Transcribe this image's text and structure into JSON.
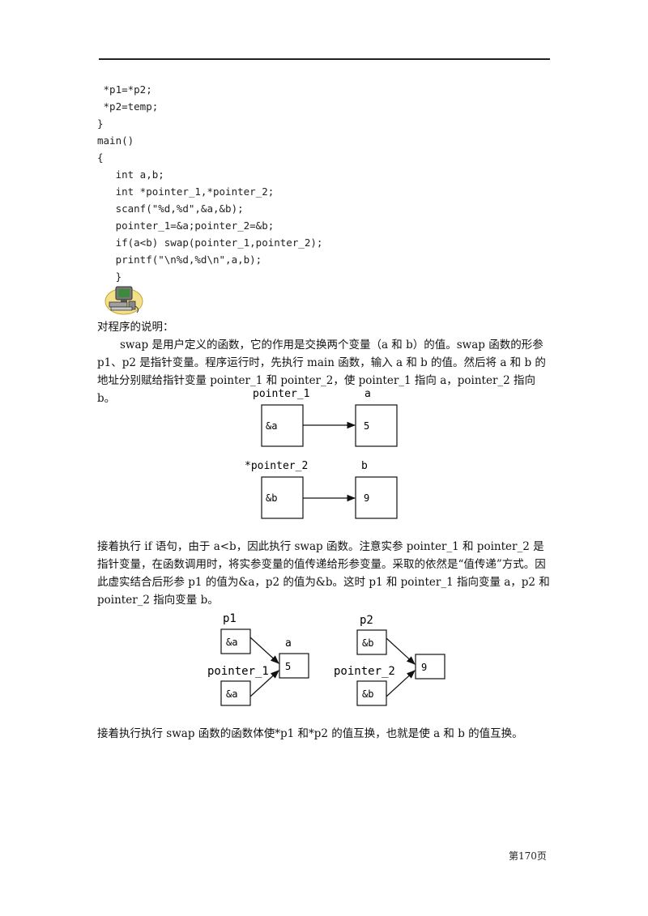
{
  "code_lines": [
    " *p1=*p2;",
    " *p2=temp;",
    "}",
    "main()",
    "{",
    "   int a,b;",
    "   int *pointer_1,*pointer_2;",
    "   scanf(\"%d,%d\",&a,&b);",
    "   pointer_1=&a;pointer_2=&b;",
    "   if(a<b) swap(pointer_1,pointer_2);",
    "   printf(\"\\n%d,%d\\n\",a,b);",
    "   }"
  ],
  "icon": "computer-icon",
  "section_heading": "对程序的说明：",
  "paragraph1": "swap 是用户定义的函数，它的作用是交换两个变量（a 和 b）的值。swap 函数的形参 p1、p2 是指针变量。程序运行时，先执行 main 函数，输入 a 和 b 的值。然后将 a 和 b 的地址分别赋给指针变量 pointer_1 和 pointer_2，使 pointer_1 指向 a，pointer_2 指向 b。",
  "diagram1": {
    "ptr1_label": "pointer_1",
    "ptr1_value": "&a",
    "var1_label": "a",
    "var1_value": "5",
    "ptr2_label": "*pointer_2",
    "ptr2_value": "&b",
    "var2_label": "b",
    "var2_value": "9"
  },
  "paragraph2": "接着执行 if 语句，由于 a<b，因此执行 swap 函数。注意实参 pointer_1 和 pointer_2 是指针变量，在函数调用时，将实参变量的值传递给形参变量。采取的依然是“值传递”方式。因此虚实结合后形参 p1 的值为&a，p2 的值为&b。这时 p1 和 pointer_1 指向变量 a，p2 和 pointer_2 指向变量 b。",
  "diagram2": {
    "p1_label": "p1",
    "p1_value": "&a",
    "pointer1_label": "pointer_1",
    "pointer1_value": "&a",
    "a_label": "a",
    "a_value": "5",
    "p2_label": "p2",
    "p2_value": "&b",
    "pointer2_label": "pointer_2",
    "pointer2_value": "&b",
    "b_value": "9"
  },
  "paragraph3": "接着执行执行 swap 函数的函数体使*p1 和*p2 的值互换，也就是使 a 和 b 的值互换。",
  "footer": "第170页"
}
